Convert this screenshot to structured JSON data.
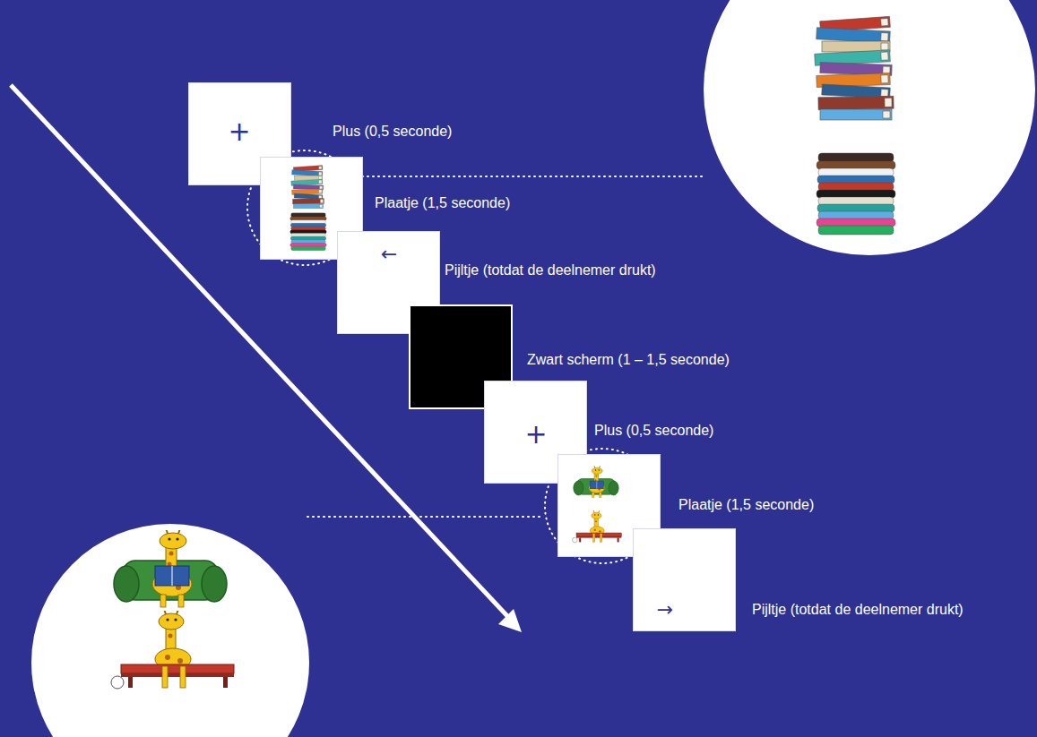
{
  "diagram": {
    "nodes": [
      {
        "text": [
          "+",
          "Plus (0,5 seconde)"
        ]
      },
      {
        "text": [
          "Plaatje (1,5 seconde)"
        ]
      },
      {
        "text": [
          "←",
          "Pijltje (totdat de deelnemer drukt)"
        ]
      },
      {
        "text": [
          "Zwart scherm (1 – 1,5 seconde)"
        ]
      },
      {
        "text": [
          "+",
          "Plus (0,5 seconde)"
        ]
      },
      {
        "text": [
          "Plaatje (1,5 seconde)"
        ]
      },
      {
        "text": [
          "→",
          "Pijltje (totdat de deelnemer drukt)"
        ]
      }
    ]
  }
}
